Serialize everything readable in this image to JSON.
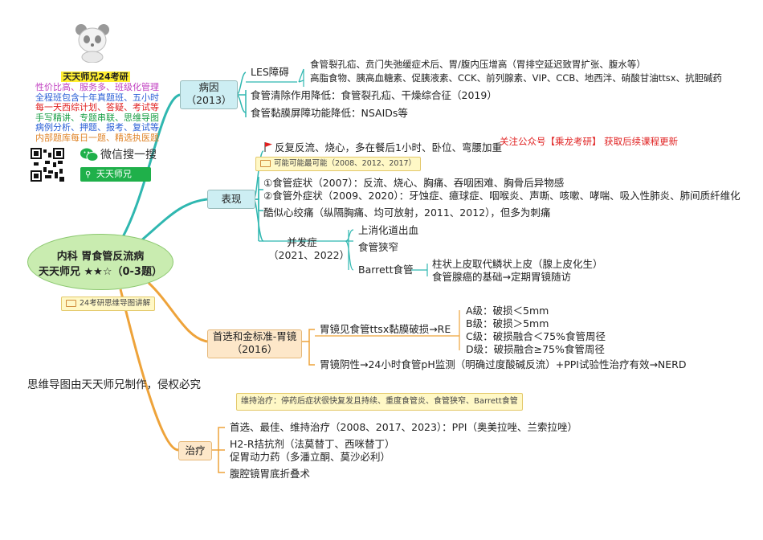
{
  "colors": {
    "teal": "#2fb7b0",
    "orange": "#eea33a",
    "cause_node": "#cdeef3",
    "symptom_node": "#cdeef3",
    "exam_node": "#fde7c9",
    "treatment_node": "#fde7c9",
    "center_fill": "#c9ecb0",
    "wechat_green": "#1fb04a",
    "promo_red": "#e02020"
  },
  "promo": {
    "title": "天天师兄24考研",
    "lines": [
      {
        "text": "性价比高、服务多、班级化管理",
        "color": "#c03fc0"
      },
      {
        "text": "全程班包含十年真题班、五小时",
        "color": "#2a5fd6"
      },
      {
        "text": "每一天西综计划、答疑、考试等",
        "color": "#e02020"
      },
      {
        "text": "手写精讲、专题串联、思维导图",
        "color": "#1a9e45"
      },
      {
        "text": "病例分析、押题、报考、复试等",
        "color": "#2a5fd6"
      },
      {
        "text": "内部题库每日一题、精选执医题",
        "color": "#e0852a"
      }
    ]
  },
  "wechat": {
    "search_label": "微信搜一搜",
    "search_query": "天天师兄",
    "search_icon": "magnifier-icon",
    "logo_icon": "wechat-icon",
    "mascot_icon": "panda-icon"
  },
  "center": {
    "line1": "内科 胃食管反流病",
    "line2": "天天师兄 ★★☆（0-3题）"
  },
  "center_note": "24考研思维导图讲解",
  "copyright": "思维导图由天天师兄制作，侵权必究",
  "follow_notice": "关注公众号【乘龙考研】 获取后续课程更新",
  "cause": {
    "label_line1": "病因",
    "label_line2": "（2013）",
    "les_label": "LES障碍",
    "les_items": [
      "食管裂孔疝、贲门失弛缓症术后、胃/腹内压增高（胃排空延迟致胃扩张、腹水等）",
      "高脂食物、胰高血糖素、促胰液素、CCK、前列腺素、VIP、CCB、地西泮、硝酸甘油ttsx、抗胆碱药"
    ],
    "clearance": "食管清除作用降低：食管裂孔疝、干燥综合征（2019）",
    "barrier": "食管黏膜屏障功能降低：NSAIDs等"
  },
  "symptoms": {
    "label": "表现",
    "reflux": "反复反流、烧心，多在餐后1小时、卧位、弯腰加重",
    "reflux_note": "可能可能最可能（2008、2012、2017）",
    "esophageal": "①食管症状（2007）：反流、烧心、胸痛、吞咽困难、胸骨后异物感",
    "extra_esophageal": "②食管外症状（2009、2020）：牙蚀症、癔球症、咽喉炎、声嘶、咳嗽、哮喘、吸入性肺炎、肺间质纤维化",
    "angina_like": "酷似心绞痛（纵隔胸痛、均可放射，2011、2012），但多为刺痛",
    "complications_label_line1": "并发症",
    "complications_label_line2": "（2021、2022）",
    "complications": [
      "上消化道出血",
      "食管狭窄",
      "Barrett食管"
    ],
    "barrett_details": [
      "柱状上皮取代鳞状上皮（腺上皮化生）",
      "食管腺癌的基础→定期胃镜随访"
    ]
  },
  "exam": {
    "label_line1": "首选和金标准-胃镜",
    "label_line2": "（2016）",
    "positive": "胃镜见食管ttsx黏膜破损→RE",
    "grades": [
      "A级：破损＜5mm",
      "B级：破损＞5mm",
      "C级：破损融合＜75%食管周径",
      "D级：破损融合≥75%食管周径"
    ],
    "negative": "胃镜阴性→24小时食管pH监测（明确过度酸碱反流）+PPI试验性治疗有效→NERD"
  },
  "treatment": {
    "label": "治疗",
    "maintenance_note": "维持治疗：停药后症状很快复发且持续、重度食管炎、食管狭窄、Barrett食管",
    "ppi": "首选、最佳、维持治疗（2008、2017、2023）：PPI（奥美拉唑、兰索拉唑）",
    "h2": "H2-R拮抗剂（法莫替丁、西咪替丁）",
    "prokinetic": "促胃动力药（多潘立酮、莫沙必利）",
    "surgery": "腹腔镜胃底折叠术"
  }
}
